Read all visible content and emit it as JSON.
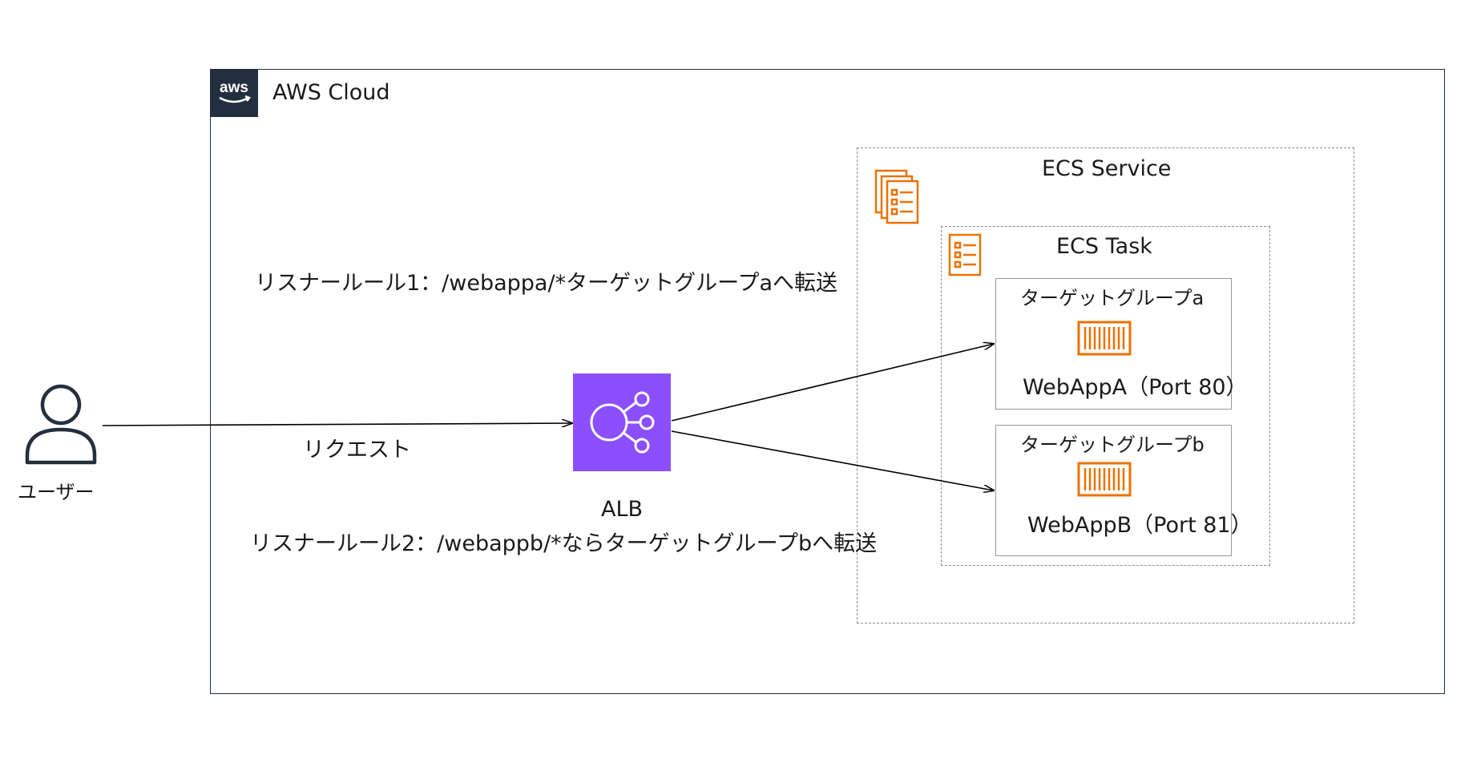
{
  "aws_cloud": {
    "label": "AWS Cloud",
    "logo_text": "aws"
  },
  "user": {
    "label": "ユーザー",
    "icon": "user-icon"
  },
  "request": {
    "label": "リクエスト"
  },
  "alb": {
    "label": "ALB",
    "icon": "elastic-load-balancer-icon",
    "color": "#8c4fff"
  },
  "rules": {
    "rule1": "リスナールール1：/webappa/*ターゲットグループaへ転送",
    "rule2": "リスナールール2：/webappb/*ならターゲットグループbへ転送"
  },
  "ecs_service": {
    "label": "ECS Service",
    "icon": "ecs-service-icon"
  },
  "ecs_task": {
    "label": "ECS Task",
    "icon": "ecs-task-icon"
  },
  "target_group_a": {
    "label": "ターゲットグループa",
    "app": "WebAppA（Port 80）",
    "icon": "container-icon"
  },
  "target_group_b": {
    "label": "ターゲットグループb",
    "app": "WebAppB（Port 81）",
    "icon": "container-icon"
  },
  "colors": {
    "aws_dark": "#232f3e",
    "ecs_orange": "#ed7100",
    "alb_purple": "#8c4fff"
  }
}
